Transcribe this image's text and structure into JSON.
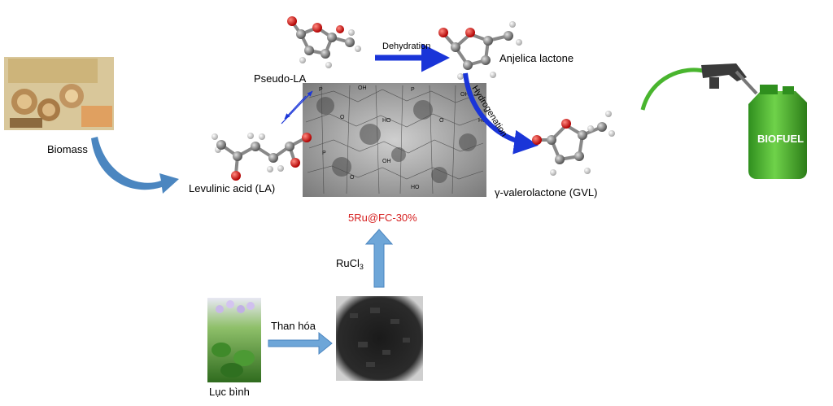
{
  "labels": {
    "biomass": "Biomass",
    "levulinic_acid": "Levulinic acid (LA)",
    "pseudo_la": "Pseudo-LA",
    "dehydration": "Dehydration",
    "anjelica_lactone": "Anjelica lactone",
    "hydrogenation": "Hydrogenation",
    "gvl": "γ-valerolactone (GVL)",
    "catalyst": "5Ru@FC-30%",
    "rucl": "RuCl",
    "rucl_sub": "3",
    "carbonization": "Than hóa",
    "water_hyacinth": "Lục bình",
    "biofuel": "BIOFUEL"
  },
  "catalyst_symbols": [
    "P",
    "O",
    "OH",
    "HO",
    "P",
    "O",
    "OH",
    "HO",
    "P",
    "O",
    "OH",
    "HO"
  ],
  "colors": {
    "arrow_blue": "#1a35d8",
    "process_arrow": "#6ea6d8",
    "accent_red": "#d62020",
    "can_green": "#3fae2a",
    "carbon_atom": "#8c8c8c",
    "oxygen_atom": "#e2231a",
    "hydrogen_atom": "#e8e8e8"
  },
  "icons": [
    "biomass-photo",
    "water-hyacinth-photo",
    "charcoal-photo",
    "fuel-nozzle-icon",
    "jerrycan-icon"
  ]
}
